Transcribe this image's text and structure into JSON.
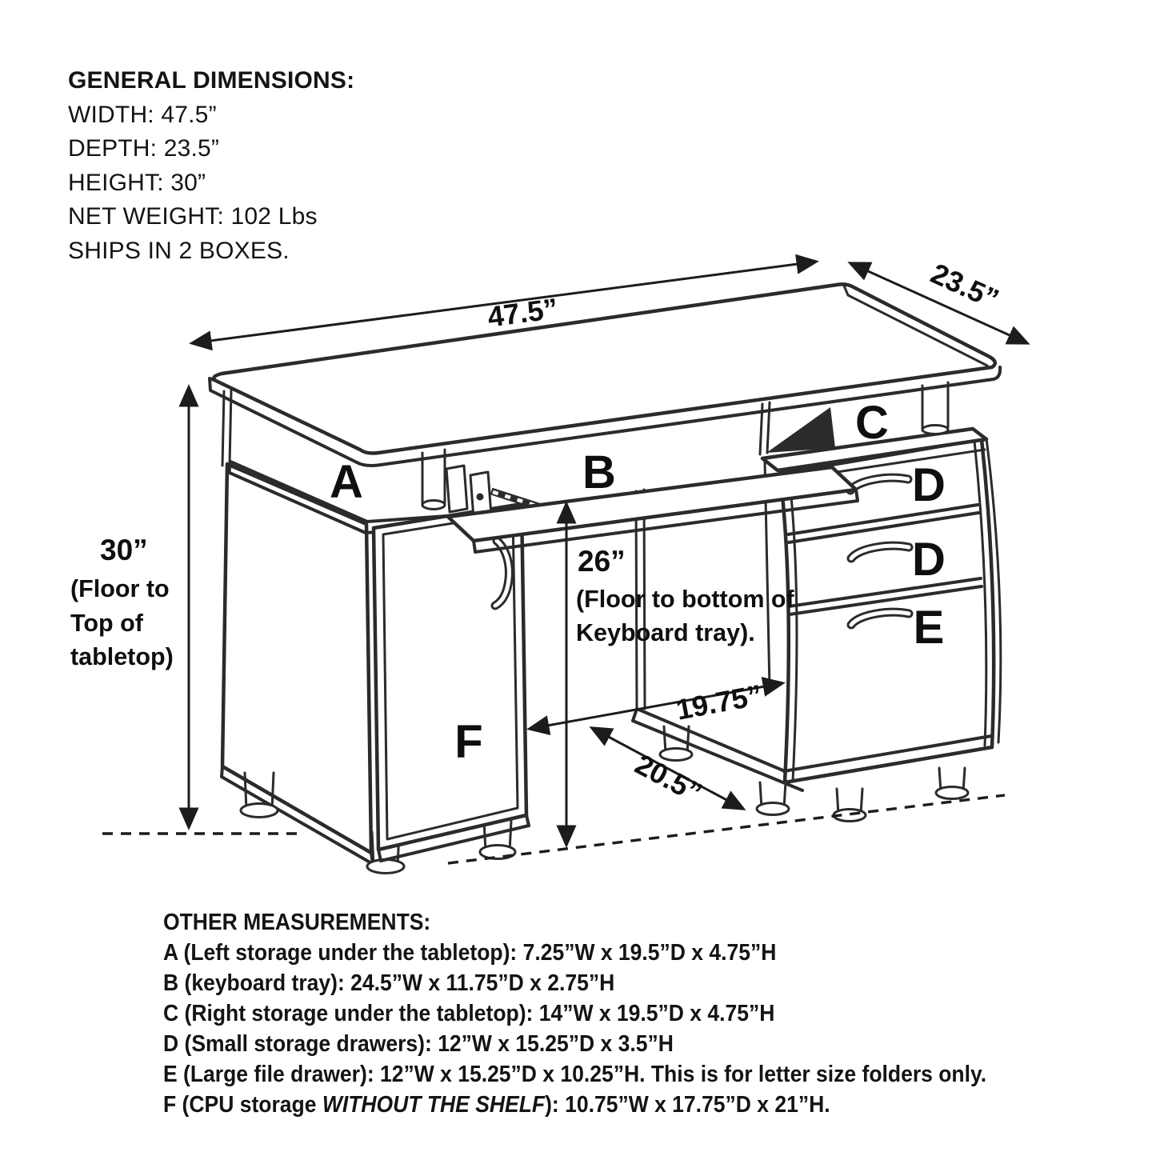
{
  "page": {
    "background": "#ffffff",
    "line_color": "#2b2b2b",
    "text_color": "#141414"
  },
  "general_dimensions": {
    "title": "GENERAL DIMENSIONS:",
    "width": "WIDTH: 47.5”",
    "depth": "DEPTH: 23.5”",
    "height": "HEIGHT: 30”",
    "net_weight": "NET WEIGHT: 102 Lbs",
    "ships": "SHIPS IN 2 BOXES."
  },
  "diagram": {
    "part_labels": {
      "a": "A",
      "b": "B",
      "c": "C",
      "d1": "D",
      "d2": "D",
      "e": "E",
      "f": "F"
    },
    "dimensions": {
      "width": "47.5”",
      "depth": "23.5”",
      "height_value": "30”",
      "height_note_line1": "(Floor to",
      "height_note_line2": "Top of",
      "height_note_line3": "tabletop)",
      "tray_value": "26”",
      "tray_note_line1": "(Floor to bottom of",
      "tray_note_line2": "Keyboard tray).",
      "inner_width": "19.75”",
      "inner_depth": "20.5”"
    }
  },
  "other_measurements": {
    "title": "OTHER MEASUREMENTS:",
    "line_a": "A (Left storage under the tabletop): 7.25”W x 19.5”D x 4.75”H",
    "line_b": "B (keyboard tray): 24.5”W x 11.75”D x 2.75”H",
    "line_c": "C (Right storage under the tabletop): 14”W x 19.5”D x 4.75”H",
    "line_d": "D (Small storage drawers): 12”W x 15.25”D x 3.5”H",
    "line_e": "E (Large file drawer): 12”W x 15.25”D x 10.25”H. This is for letter size folders only.",
    "line_f_prefix": "F (CPU storage ",
    "line_f_italic": "WITHOUT THE SHELF",
    "line_f_suffix": "): 10.75”W x 17.75”D x 21”H."
  }
}
